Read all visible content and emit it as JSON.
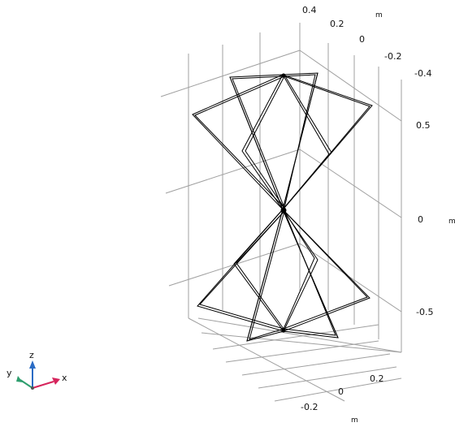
{
  "view": {
    "upper_axis": {
      "tick_labels": [
        "0.4",
        "0.2",
        "0",
        "-0.2",
        "-0.4"
      ],
      "unit": "m"
    },
    "vertical_axis": {
      "tick_labels": [
        "0.5",
        "0",
        "-0.5"
      ],
      "unit": "m"
    },
    "lower_axis": {
      "tick_labels": [
        "0.2",
        "0",
        "-0.2"
      ],
      "unit": "m"
    }
  },
  "triad": {
    "z": "z",
    "y": "y",
    "x": "x"
  },
  "colors": {
    "grid": "#a0a0a0",
    "wire": "#000000",
    "axis_x": "#d6245c",
    "axis_y": "#2e9e6e",
    "axis_z": "#2b6cc4"
  }
}
